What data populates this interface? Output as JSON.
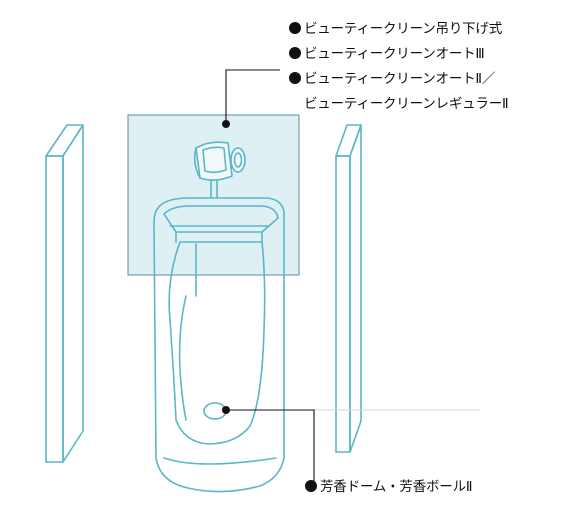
{
  "callouts_top": [
    "ビューティークリーン吊り下げ式",
    "ビューティークリーンオートⅢ",
    "ビューティークリーンオートⅡ／",
    "ビューティークリーンレギュラーⅡ"
  ],
  "callout_bottom": "芳香ドーム・芳香ボールⅡ",
  "colors": {
    "line": "#5ab6c8",
    "panel_fill": "#d9edf3",
    "panel_stroke": "#5e8ea0",
    "text": "#111111"
  },
  "icons": [
    "bullet-dot-icon"
  ]
}
